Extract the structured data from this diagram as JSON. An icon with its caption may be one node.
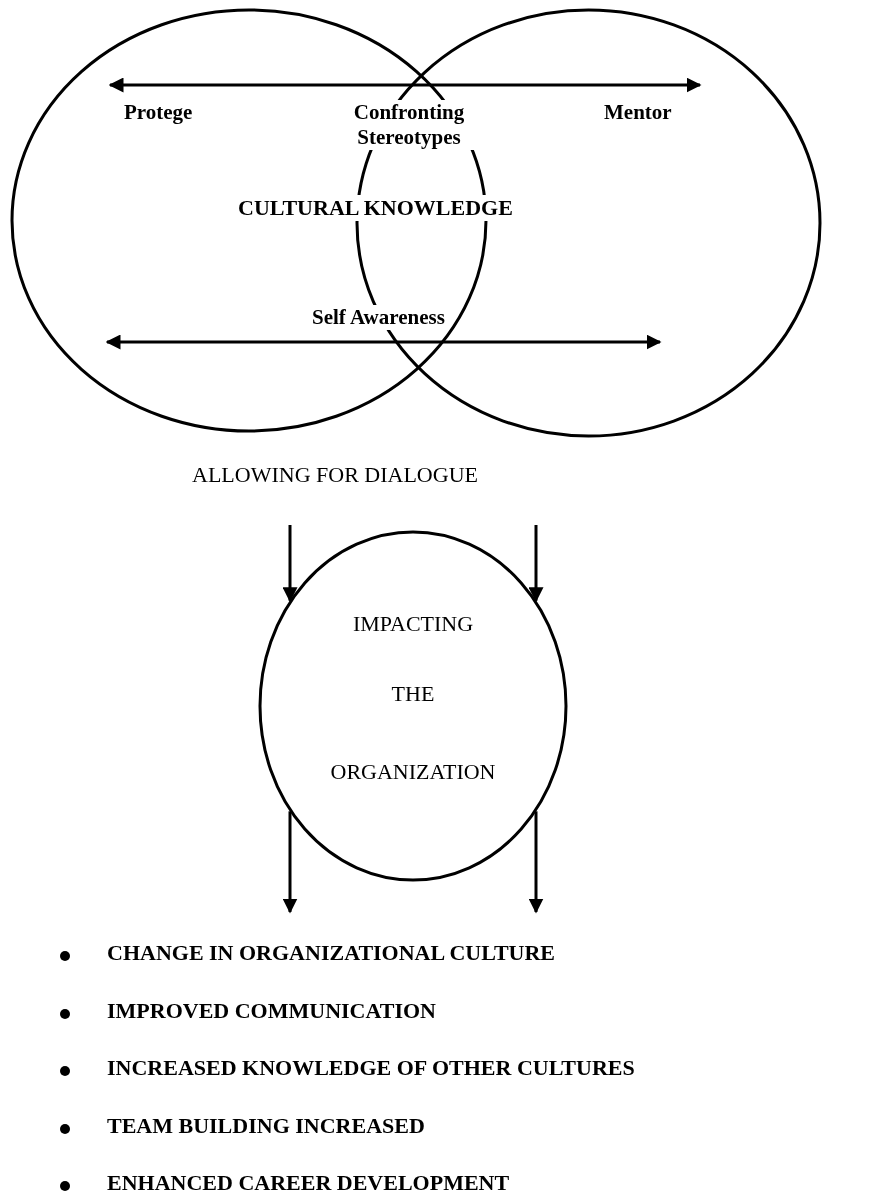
{
  "diagram": {
    "nodes": [
      {
        "text": [],
        "shape": "circle"
      },
      {
        "text": [],
        "shape": "circle"
      },
      {
        "text": [
          "IMPACTING",
          "THE",
          "ORGANIZATION"
        ]
      }
    ],
    "edges": [
      {
        "from": 0,
        "to": 1,
        "arrow": "both"
      },
      {
        "from": 0,
        "to": 1,
        "arrow": "both"
      },
      {
        "from": null,
        "to": 2,
        "arrow": "to"
      },
      {
        "from": null,
        "to": 2,
        "arrow": "to"
      },
      {
        "from": 2,
        "to": null,
        "arrow": "to"
      },
      {
        "from": 2,
        "to": null,
        "arrow": "to"
      }
    ],
    "labels": [
      "Protege",
      "Confronting Stereotypes",
      "Mentor",
      "CULTURAL KNOWLEDGE",
      "Self Awareness",
      "ALLOWING FOR DIALOGUE",
      "CHANGE IN ORGANIZATIONAL CULTURE",
      "IMPROVED COMMUNICATION",
      "INCREASED KNOWLEDGE OF OTHER CULTURES",
      "TEAM BUILDING INCREASED",
      "ENHANCED CAREER DEVELOPMENT"
    ]
  }
}
